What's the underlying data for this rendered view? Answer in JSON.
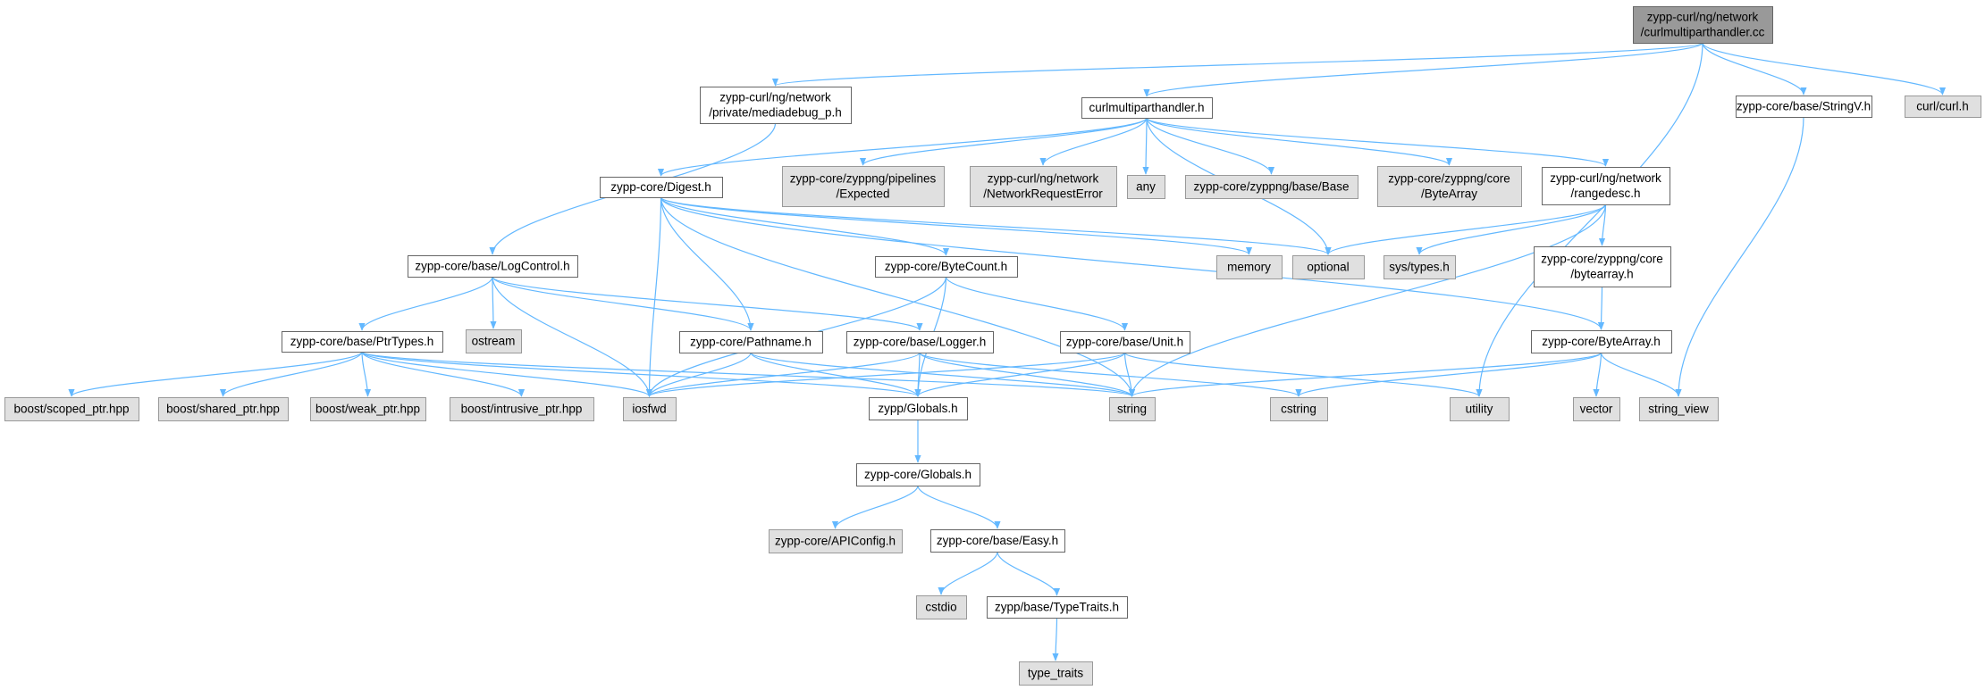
{
  "colors": {
    "root_fill": "#999999",
    "root_stroke": "#666666",
    "documented_fill": "#ffffff",
    "documented_stroke": "#666666",
    "external_fill": "#e0e0e0",
    "external_stroke": "#999999",
    "edge": "#63b8ff"
  },
  "nodes": [
    {
      "id": "root",
      "lines": [
        "zypp-curl/ng/network",
        "/curlmultiparthandler.cc"
      ],
      "kind": "root"
    },
    {
      "id": "mediadebug",
      "lines": [
        "zypp-curl/ng/network",
        "/private/mediadebug_p.h"
      ],
      "kind": "documented"
    },
    {
      "id": "cmh",
      "lines": [
        "curlmultiparthandler.h"
      ],
      "kind": "documented"
    },
    {
      "id": "stringv",
      "lines": [
        "zypp-core/base/StringV.h"
      ],
      "kind": "documented"
    },
    {
      "id": "curl",
      "lines": [
        "curl/curl.h"
      ],
      "kind": "external"
    },
    {
      "id": "digest",
      "lines": [
        "zypp-core/Digest.h"
      ],
      "kind": "documented"
    },
    {
      "id": "expected",
      "lines": [
        "zypp-core/zyppng/pipelines",
        "/Expected"
      ],
      "kind": "external"
    },
    {
      "id": "nre",
      "lines": [
        "zypp-curl/ng/network",
        "/NetworkRequestError"
      ],
      "kind": "external"
    },
    {
      "id": "any",
      "lines": [
        "any"
      ],
      "kind": "external"
    },
    {
      "id": "base",
      "lines": [
        "zypp-core/zyppng/base/Base"
      ],
      "kind": "external"
    },
    {
      "id": "bytearray_core",
      "lines": [
        "zypp-core/zyppng/core",
        "/ByteArray"
      ],
      "kind": "external"
    },
    {
      "id": "rangedesc",
      "lines": [
        "zypp-curl/ng/network",
        "/rangedesc.h"
      ],
      "kind": "documented"
    },
    {
      "id": "logcontrol",
      "lines": [
        "zypp-core/base/LogControl.h"
      ],
      "kind": "documented"
    },
    {
      "id": "bytecount",
      "lines": [
        "zypp-core/ByteCount.h"
      ],
      "kind": "documented"
    },
    {
      "id": "memory",
      "lines": [
        "memory"
      ],
      "kind": "external"
    },
    {
      "id": "optional",
      "lines": [
        "optional"
      ],
      "kind": "external"
    },
    {
      "id": "systypes",
      "lines": [
        "sys/types.h"
      ],
      "kind": "external"
    },
    {
      "id": "bytearray_h",
      "lines": [
        "zypp-core/zyppng/core",
        "/bytearray.h"
      ],
      "kind": "documented"
    },
    {
      "id": "ptrtypes",
      "lines": [
        "zypp-core/base/PtrTypes.h"
      ],
      "kind": "documented"
    },
    {
      "id": "ostream",
      "lines": [
        "ostream"
      ],
      "kind": "external"
    },
    {
      "id": "pathname",
      "lines": [
        "zypp-core/Pathname.h"
      ],
      "kind": "documented"
    },
    {
      "id": "logger",
      "lines": [
        "zypp-core/base/Logger.h"
      ],
      "kind": "documented"
    },
    {
      "id": "unit",
      "lines": [
        "zypp-core/base/Unit.h"
      ],
      "kind": "documented"
    },
    {
      "id": "bytearray",
      "lines": [
        "zypp-core/ByteArray.h"
      ],
      "kind": "documented"
    },
    {
      "id": "scoped",
      "lines": [
        "boost/scoped_ptr.hpp"
      ],
      "kind": "external"
    },
    {
      "id": "shared",
      "lines": [
        "boost/shared_ptr.hpp"
      ],
      "kind": "external"
    },
    {
      "id": "weak",
      "lines": [
        "boost/weak_ptr.hpp"
      ],
      "kind": "external"
    },
    {
      "id": "intrusive",
      "lines": [
        "boost/intrusive_ptr.hpp"
      ],
      "kind": "external"
    },
    {
      "id": "iosfwd",
      "lines": [
        "iosfwd"
      ],
      "kind": "external"
    },
    {
      "id": "zglobals",
      "lines": [
        "zypp/Globals.h"
      ],
      "kind": "documented"
    },
    {
      "id": "string",
      "lines": [
        "string"
      ],
      "kind": "external"
    },
    {
      "id": "cstring",
      "lines": [
        "cstring"
      ],
      "kind": "external"
    },
    {
      "id": "utility",
      "lines": [
        "utility"
      ],
      "kind": "external"
    },
    {
      "id": "vector",
      "lines": [
        "vector"
      ],
      "kind": "external"
    },
    {
      "id": "string_view",
      "lines": [
        "string_view"
      ],
      "kind": "external"
    },
    {
      "id": "zcglobals",
      "lines": [
        "zypp-core/Globals.h"
      ],
      "kind": "documented"
    },
    {
      "id": "apiconfig",
      "lines": [
        "zypp-core/APIConfig.h"
      ],
      "kind": "external"
    },
    {
      "id": "easy",
      "lines": [
        "zypp-core/base/Easy.h"
      ],
      "kind": "documented"
    },
    {
      "id": "cstdio",
      "lines": [
        "cstdio"
      ],
      "kind": "external"
    },
    {
      "id": "typetraits",
      "lines": [
        "zypp/base/TypeTraits.h"
      ],
      "kind": "documented"
    },
    {
      "id": "type_traits",
      "lines": [
        "type_traits"
      ],
      "kind": "external"
    }
  ],
  "edges": [
    [
      "root",
      "mediadebug"
    ],
    [
      "root",
      "cmh"
    ],
    [
      "root",
      "stringv"
    ],
    [
      "root",
      "curl"
    ],
    [
      "root",
      "utility"
    ],
    [
      "mediadebug",
      "logcontrol"
    ],
    [
      "cmh",
      "digest"
    ],
    [
      "cmh",
      "expected"
    ],
    [
      "cmh",
      "nre"
    ],
    [
      "cmh",
      "any"
    ],
    [
      "cmh",
      "base"
    ],
    [
      "cmh",
      "bytearray_core"
    ],
    [
      "cmh",
      "rangedesc"
    ],
    [
      "cmh",
      "optional"
    ],
    [
      "stringv",
      "string_view"
    ],
    [
      "digest",
      "memory"
    ],
    [
      "digest",
      "optional"
    ],
    [
      "digest",
      "bytecount"
    ],
    [
      "digest",
      "pathname"
    ],
    [
      "digest",
      "iosfwd"
    ],
    [
      "digest",
      "string"
    ],
    [
      "digest",
      "bytearray"
    ],
    [
      "rangedesc",
      "optional"
    ],
    [
      "rangedesc",
      "systypes"
    ],
    [
      "rangedesc",
      "bytearray_h"
    ],
    [
      "rangedesc",
      "string"
    ],
    [
      "bytearray_h",
      "bytearray"
    ],
    [
      "logcontrol",
      "ptrtypes"
    ],
    [
      "logcontrol",
      "ostream"
    ],
    [
      "logcontrol",
      "iosfwd"
    ],
    [
      "logcontrol",
      "pathname"
    ],
    [
      "logcontrol",
      "logger"
    ],
    [
      "bytecount",
      "unit"
    ],
    [
      "bytecount",
      "iosfwd"
    ],
    [
      "bytecount",
      "zglobals"
    ],
    [
      "ptrtypes",
      "scoped"
    ],
    [
      "ptrtypes",
      "shared"
    ],
    [
      "ptrtypes",
      "weak"
    ],
    [
      "ptrtypes",
      "intrusive"
    ],
    [
      "ptrtypes",
      "iosfwd"
    ],
    [
      "ptrtypes",
      "string"
    ],
    [
      "ptrtypes",
      "zglobals"
    ],
    [
      "pathname",
      "iosfwd"
    ],
    [
      "pathname",
      "string"
    ],
    [
      "pathname",
      "zglobals"
    ],
    [
      "logger",
      "iosfwd"
    ],
    [
      "logger",
      "string"
    ],
    [
      "logger",
      "cstring"
    ],
    [
      "logger",
      "zglobals"
    ],
    [
      "unit",
      "iosfwd"
    ],
    [
      "unit",
      "string"
    ],
    [
      "unit",
      "utility"
    ],
    [
      "unit",
      "zglobals"
    ],
    [
      "bytearray",
      "string"
    ],
    [
      "bytearray",
      "cstring"
    ],
    [
      "bytearray",
      "vector"
    ],
    [
      "bytearray",
      "string_view"
    ],
    [
      "zglobals",
      "zcglobals"
    ],
    [
      "zcglobals",
      "apiconfig"
    ],
    [
      "zcglobals",
      "easy"
    ],
    [
      "easy",
      "cstdio"
    ],
    [
      "easy",
      "typetraits"
    ],
    [
      "typetraits",
      "type_traits"
    ]
  ]
}
